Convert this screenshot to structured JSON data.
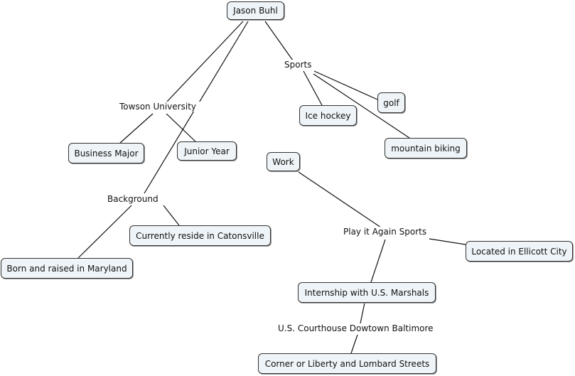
{
  "concepts": {
    "jason_buhl": "Jason Buhl",
    "ice_hockey": "Ice hockey",
    "golf": "golf",
    "mountain_biking": "mountain biking",
    "business_major": "Business Major",
    "junior_year": "Junior Year",
    "work": "Work",
    "currently_reside": "Currently reside in Catonsville",
    "born_raised": "Born and raised in Maryland",
    "located_ellicott": "Located in Ellicott City",
    "internship": "Internship with U.S. Marshals",
    "corner_liberty": "Corner or Liberty and Lombard Streets"
  },
  "linking_phrases": {
    "sports": "Sports",
    "towson": "Towson University",
    "background": "Background",
    "play_it_again": "Play it Again Sports",
    "courthouse": "U.S. Courthouse Dowtown Baltimore"
  },
  "colors": {
    "node_fill": "#eef4f7",
    "node_border": "#333333",
    "line": "#111111"
  }
}
